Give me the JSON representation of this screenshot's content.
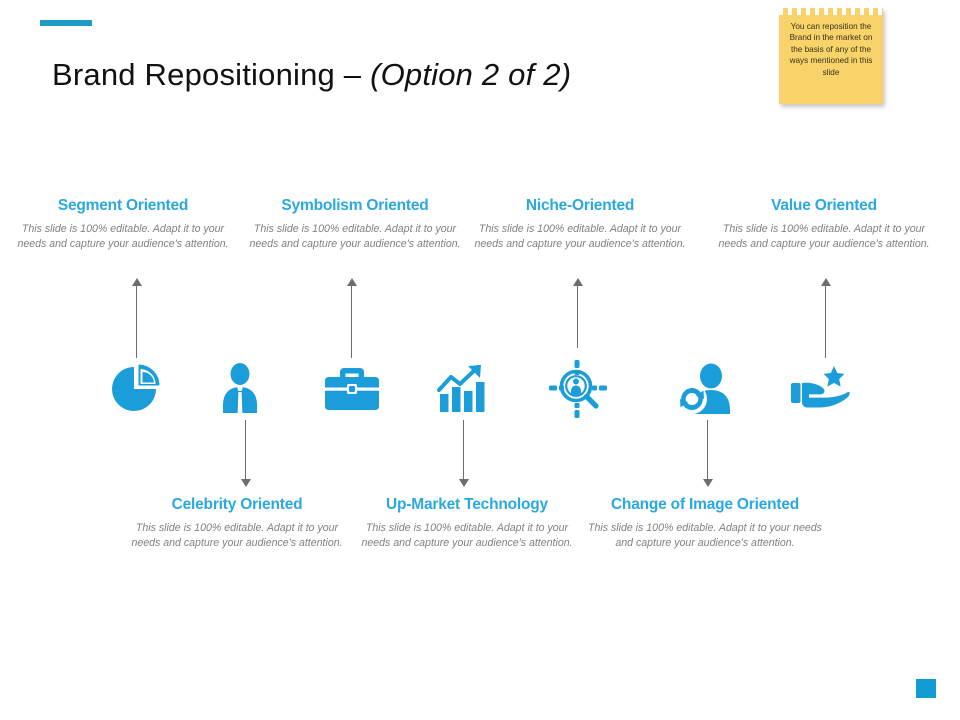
{
  "slide": {
    "title_main": "Brand Repositioning – ",
    "title_italic": "(Option 2 of 2)",
    "accent_color": "#1E9CC8",
    "icon_color": "#1B9DD9",
    "heading_color": "#2AA8E0",
    "body_color": "#808080"
  },
  "sticky_note": {
    "text": "You can reposition the Brand in the market on the basis of any of the ways mentioned in this slide",
    "background_color": "#F7D36A"
  },
  "common": {
    "body_text": "This slide is 100% editable. Adapt it to your needs and capture your audience's attention."
  },
  "top_row": [
    {
      "heading": "Segment Oriented",
      "body": "This slide is 100% editable. Adapt it to your needs and capture your audience's attention.",
      "icon": "pie-chart-icon"
    },
    {
      "heading": "Symbolism Oriented",
      "body": "This slide is 100% editable. Adapt it to your needs and capture your audience's attention.",
      "icon": "briefcase-icon"
    },
    {
      "heading": "Niche-Oriented",
      "body": "This slide is 100% editable. Adapt it to your needs and capture your audience's attention.",
      "icon": "target-person-search-icon"
    },
    {
      "heading": "Value Oriented",
      "body": "This slide is 100% editable. Adapt it to your needs and capture your audience's attention.",
      "icon": "hand-star-icon"
    }
  ],
  "bottom_row": [
    {
      "heading": "Celebrity Oriented",
      "body": "This slide is 100% editable. Adapt it to your needs and capture your audience's attention.",
      "icon": "businessman-icon"
    },
    {
      "heading": "Up-Market Technology",
      "body": "This slide is 100% editable. Adapt it to your needs and capture your audience's attention.",
      "icon": "growth-bar-chart-icon"
    },
    {
      "heading": "Change of Image Oriented",
      "body": "This slide is 100% editable. Adapt it to your needs and capture your audience's attention.",
      "icon": "person-refresh-icon"
    }
  ],
  "icons": [
    {
      "name": "pie-chart-icon"
    },
    {
      "name": "businessman-icon"
    },
    {
      "name": "briefcase-icon"
    },
    {
      "name": "growth-bar-chart-icon"
    },
    {
      "name": "target-person-search-icon"
    },
    {
      "name": "person-refresh-icon"
    },
    {
      "name": "hand-star-icon"
    }
  ]
}
